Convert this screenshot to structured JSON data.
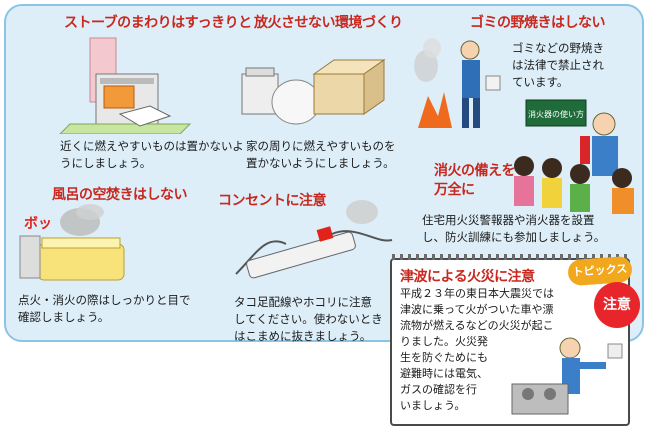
{
  "sections": {
    "stove": {
      "title": "ストーブのまわりはすっきりと",
      "body": [
        "近くに燃えやすいものは置かないよ",
        "うにしましょう。"
      ]
    },
    "arson": {
      "title": "放火させない環境づくり",
      "body": [
        "家の周りに燃えやすいものを",
        "置かないようにしましょう。"
      ]
    },
    "garbage": {
      "title": "ゴミの野焼きはしない",
      "body": [
        "ゴミなどの野焼き",
        "は法律で禁止され",
        "ています。"
      ]
    },
    "fire_prevention": {
      "title_lines": [
        "消火の備えを",
        "万全に"
      ],
      "body": [
        "住宅用火災警報器や消火器を設置",
        "し、防火訓練にも参加しましょう。"
      ],
      "board_text": "消火器の使い方"
    },
    "bath": {
      "title": "風呂の空焚きはしない",
      "body": [
        "点火・消火の際はしっかりと目で",
        "確認しましょう。"
      ],
      "boo_text": "ボッ"
    },
    "outlet": {
      "title": "コンセントに注意",
      "body": [
        "タコ足配線やホコリに注意",
        "してください。使わないとき",
        "はこまめに抜きましょう。"
      ]
    },
    "tsunami": {
      "title": "津波による火災に注意",
      "body": [
        "平成２３年の東日本大震災では",
        "津波に乗って火がついた車や漂",
        "流物が燃えるなどの火災が起こ",
        "りました。火災発",
        "生を防ぐためにも",
        "避難時には電気、",
        "ガスの確認を行",
        "いましょう。"
      ],
      "topics_label": "トピックス",
      "caution_label": "注意"
    }
  },
  "colors": {
    "heading": "#c8281e",
    "panel_bg": "#ddeef8",
    "panel_border": "#8cc4e6",
    "topics_badge": "#f2a81c",
    "caution_badge": "#e8252b"
  }
}
